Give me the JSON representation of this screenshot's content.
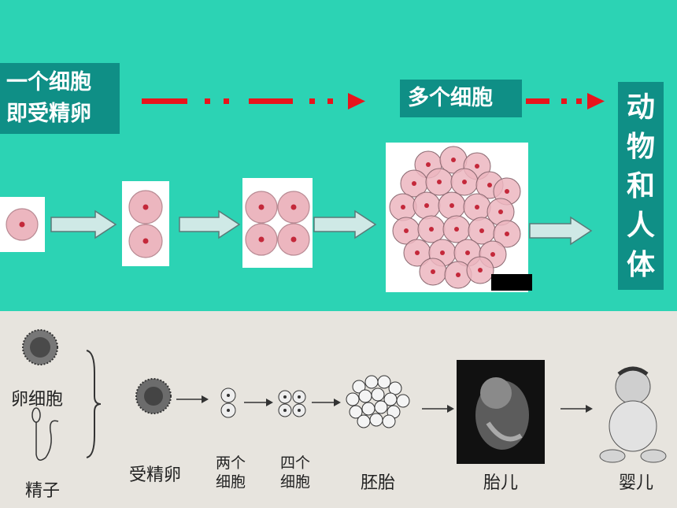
{
  "top": {
    "one_cell_line1": "一个细胞",
    "one_cell_line2": "即受精卵",
    "many_cells": "多个细胞",
    "animal_and_human": [
      "动",
      "物",
      "和",
      "人",
      "体"
    ]
  },
  "bottom": {
    "egg_cell": "卵细胞",
    "sperm": "精子",
    "fertilized_egg": "受精卵",
    "two_cells_line1": "两个",
    "two_cells_line2": "细胞",
    "four_cells_line1": "四个",
    "four_cells_line2": "细胞",
    "embryo": "胚胎",
    "fetus": "胎儿",
    "baby": "婴儿"
  },
  "colors": {
    "background": "#2cd3b4",
    "label_box": "#0f8f86",
    "dash_arrow": "#e8141c",
    "cell_fill": "#ecb6bf",
    "nucleus": "#c4283a"
  }
}
